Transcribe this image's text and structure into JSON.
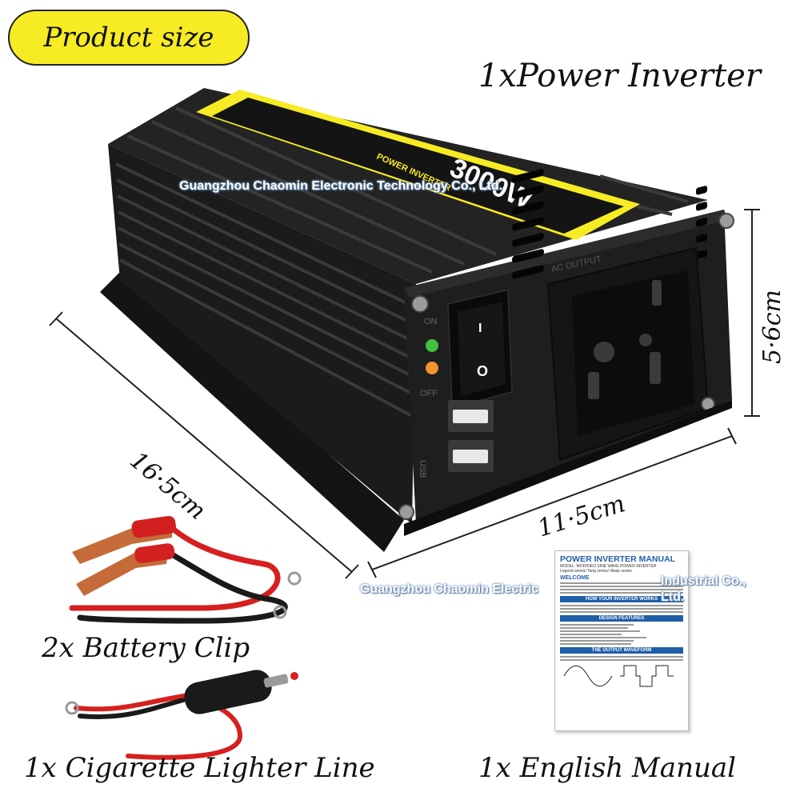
{
  "badge": {
    "label": "Product size",
    "color": "#f7ec23"
  },
  "headline": "1xPower Inverter",
  "dimensions": {
    "height": "5·6cm",
    "length": "16·5cm",
    "width": "11·5cm"
  },
  "inverter": {
    "rating": "3000W",
    "top_label": "POWER INVERTER",
    "port_label": "AC OUTPUT",
    "switch_on": "ON",
    "switch_off": "OFF",
    "usb_label": "USB",
    "on_symbol": "I",
    "off_symbol": "O"
  },
  "watermarks": {
    "top": "Guangzhou Chaomin Electronic Technology Co., Ltd.",
    "bottom_left": "Guangzhou Chaomin Electric",
    "bottom_right_1": "Industrial Co.,",
    "bottom_right_2": "Ltd."
  },
  "manual": {
    "title": "POWER INVERTER MANUAL",
    "model": "MODEL: MODIFIED SINE WAVE POWER INVERTER",
    "series": "Legend series/ Tang series/ Wasp series",
    "welcome": "WELCOME",
    "how": "HOW YOUR INVERTER WORKS",
    "features": "DESIGN FEATURES",
    "waveform": "THE OUTPUT WAVEFORM"
  },
  "captions": {
    "battery_clip": "2x Battery Clip",
    "lighter_line": "1x Cigarette Lighter Line",
    "manual": "1x English Manual"
  },
  "colors": {
    "accent_yellow": "#f7ec23",
    "body": "#1e1e1e",
    "manual_blue": "#1f5ea8"
  }
}
